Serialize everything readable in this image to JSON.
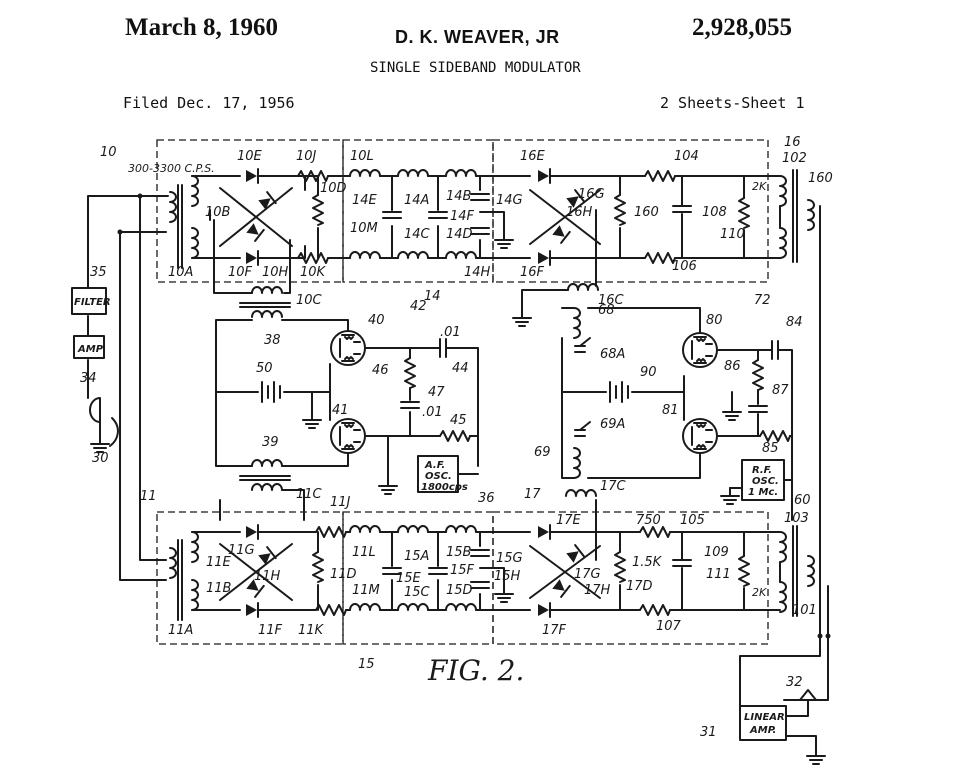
{
  "header": {
    "date": "March 8, 1960",
    "inventor": "D. K. WEAVER, JR",
    "patent_number": "2,928,055",
    "title": "SINGLE SIDEBAND MODULATOR",
    "filed": "Filed Dec. 17, 1956",
    "sheets": "2 Sheets-Sheet 1"
  },
  "figure": {
    "caption": "FIG. 2."
  },
  "refs": {
    "r10": "10",
    "r10A": "10A",
    "r10B": "10B",
    "r10C": "10C",
    "r10D": "10D",
    "r10E": "10E",
    "r10F": "10F",
    "r10H": "10H",
    "r10J": "10J",
    "r10K": "10K",
    "r10L": "10L",
    "r10M": "10M",
    "band": "300-3300 C.P.S.",
    "r14": "14",
    "r14A": "14A",
    "r14B": "14B",
    "r14C": "14C",
    "r14D": "14D",
    "r14E": "14E",
    "r14F": "14F",
    "r14G": "14G",
    "r14H": "14H",
    "r16": "16",
    "r16C": "16C",
    "r16E": "16E",
    "r16F": "16F",
    "r16G": "16G",
    "r16H": "16H",
    "r102": "102",
    "r104": "104",
    "r106": "106",
    "r108": "108",
    "r110": "110",
    "r160a": "160",
    "r160b": "160",
    "r2k_top": "2K",
    "r35": "35",
    "filter": "FILTER",
    "r34": "34",
    "amp": "AMP",
    "r30": "30",
    "r38": "38",
    "r39": "39",
    "r40": "40",
    "r41": "41",
    "r42": "42",
    "c01a": ".01",
    "c01b": ".01",
    "r44": "44",
    "r45": "45",
    "r46": "46",
    "r47": "47",
    "r50": "50",
    "r36": "36",
    "af_osc": [
      "A.F.",
      "OSC.",
      "1800cps"
    ],
    "r68": "68",
    "r68A": "68A",
    "r69": "69",
    "r69A": "69A",
    "r72": "72",
    "r80": "80",
    "r81": "81",
    "r84": "84",
    "r85": "85",
    "r86": "86",
    "r87": "87",
    "r90": "90",
    "r60": "60",
    "rf_osc": [
      "R.F.",
      "OSC.",
      "1 Mc."
    ],
    "r11": "11",
    "r11A": "11A",
    "r11B": "11B",
    "r11C": "11C",
    "r11D": "11D",
    "r11E": "11E",
    "r11F": "11F",
    "r11G": "11G",
    "r11H": "11H",
    "r11J": "11J",
    "r11K": "11K",
    "r11L": "11L",
    "r11M": "11M",
    "r15": "15",
    "r15A": "15A",
    "r15B": "15B",
    "r15C": "15C",
    "r15D": "15D",
    "r15E": "15E",
    "r15F": "15F",
    "r15G": "15G",
    "r15H": "15H",
    "r17": "17",
    "r17C": "17C",
    "r17D": "17D",
    "r17E": "17E",
    "r17F": "17F",
    "r17G": "17G",
    "r17H": "17H",
    "r750": "750",
    "r105": "105",
    "r15K": "1.5K",
    "r109": "109",
    "r111": "111",
    "r107": "107",
    "r2k_bot": "2K",
    "r103": "103",
    "r101": "101",
    "r31": "31",
    "linear_amp": [
      "LINEAR",
      "AMP."
    ],
    "r32": "32"
  }
}
